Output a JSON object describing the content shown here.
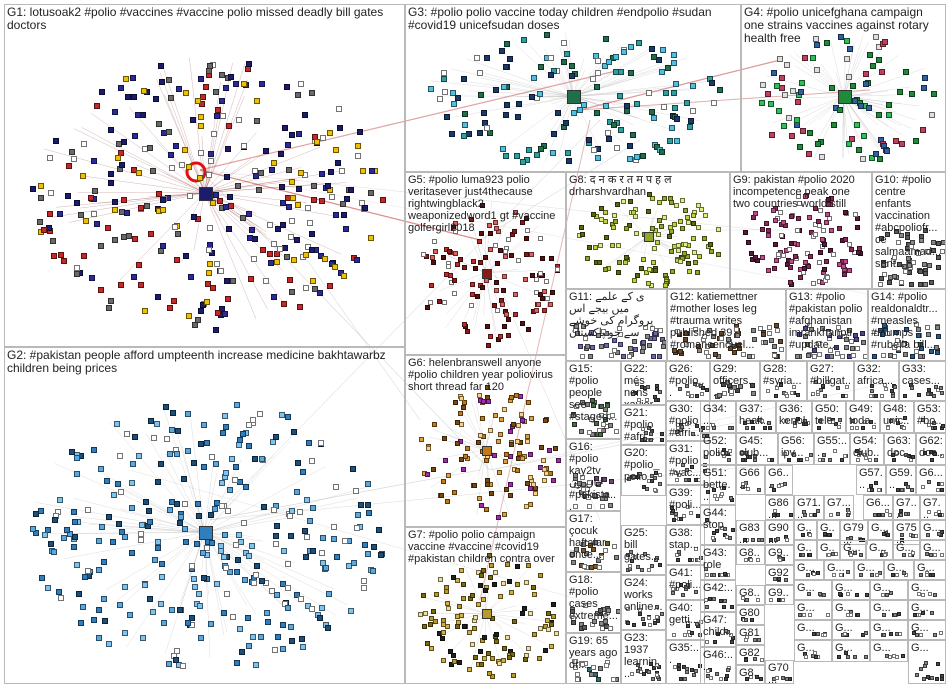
{
  "graph": {
    "groups": [
      {
        "id": "G1",
        "label": "G1: lotusoak2 #polio #vaccines #vaccine polio missed deadly bill gates doctors",
        "color": "#1c1c6e"
      },
      {
        "id": "G2",
        "label": "G2: #pakistan people afford umpteenth increase medicine bakhtawarbz children being prices",
        "color": "#2f7fbf"
      },
      {
        "id": "G3",
        "label": "G3: #polio polio vaccine today children #endpolio #sudan #covid19 unicefsudan doses",
        "color": "#1f6f4a"
      },
      {
        "id": "G4",
        "label": "G4: #polio unicefghana campaign one strains vaccines against rotary health free",
        "color": "#1f8a3a"
      },
      {
        "id": "G5",
        "label": "G5: #polio luma923 polio veritasever just4thecause rightwingblack2 weaponizedword1 gt #vaccine golfergirl2018",
        "color": "#8a1a1a"
      },
      {
        "id": "G6",
        "label": "G6: helenbranswell anyone #polio children year poliovirus short thread far 120",
        "color": "#c07a1a"
      },
      {
        "id": "G7",
        "label": "G7: #polio polio campaign vaccine #vaccine #covid19 #pakistan children contra over",
        "color": "#b89a2a"
      },
      {
        "id": "G8",
        "label": "G8: द न क र त म प ह ल drharshvardhan",
        "color": "#8fa82a"
      },
      {
        "id": "G9",
        "label": "G9: pakistan #polio 2020 incompetence peak one two countries world still",
        "color": "#8a2a5a"
      },
      {
        "id": "G10",
        "label": "G10: #polio centre enfants vaccination #abcpoliofr... ce salmaamad... sont...",
        "color": "#5a5a5a"
      },
      {
        "id": "G11",
        "label": "G11: ی کے علمے میں بیجے اس پروگرام کی خوشے سے جو پاکستان",
        "color": "#6a6aa8"
      },
      {
        "id": "G12",
        "label": "G12: katiemettner #mother loses leg #trauma writes published 39 #romancenovel...",
        "color": "#6a4a2a"
      },
      {
        "id": "G13",
        "label": "G13: #polio #pakistan polio #afghanistan imrankhanpti #update...",
        "color": "#4a4a8a"
      },
      {
        "id": "G14",
        "label": "G14: #polio realdonaldtr... #measles #mumps #rubella bill...",
        "color": "#2a5a8a"
      },
      {
        "id": "G15",
        "label": "G15: #polio people see #staged...",
        "color": "#4a6a4a"
      },
      {
        "id": "G16",
        "label": "G16: #polio kay2tv خان زن #pakista...",
        "color": "#6a4a6a"
      },
      {
        "id": "G17",
        "label": "G17: çocuk haftalar önce...",
        "color": "#7a5a2a"
      },
      {
        "id": "G18",
        "label": "G18: #polio cases extreme...",
        "color": "#5a5a5a"
      },
      {
        "id": "G19",
        "label": "G19: 65 years ago dr...",
        "color": "#3a6a6a"
      },
      {
        "id": "G20",
        "label": "G20: #polio_ polio",
        "color": "#4a4a4a"
      },
      {
        "id": "G21",
        "label": "G21: #polio #afri...",
        "color": "#4a4a4a"
      },
      {
        "id": "G22",
        "label": "G22: més nens xavier...",
        "color": "#4a4a4a"
      },
      {
        "id": "G23",
        "label": "G23: 1937 learnin...",
        "color": "#4a4a4a"
      },
      {
        "id": "G24",
        "label": "G24: works online...",
        "color": "#4a4a4a"
      },
      {
        "id": "G25",
        "label": "G25: bill gates...",
        "color": "#4a4a4a"
      },
      {
        "id": "G26",
        "label": "G26: #polio...",
        "color": "#4a4a4a"
      },
      {
        "id": "G27",
        "label": "G27: #billgat...",
        "color": "#4a4a4a"
      },
      {
        "id": "G28",
        "label": "G28: #syria...",
        "color": "#4a4a4a"
      },
      {
        "id": "G29",
        "label": "G29: officers...",
        "color": "#4a4a4a"
      },
      {
        "id": "G30",
        "label": "G30: #polio #afri...",
        "color": "#4a4a4a"
      },
      {
        "id": "G31",
        "label": "G31: #polio #vac...",
        "color": "#4a4a4a"
      },
      {
        "id": "G32",
        "label": "G32: africa...",
        "color": "#4a4a4a"
      },
      {
        "id": "G33",
        "label": "G33: cases...",
        "color": "#4a4a4a"
      },
      {
        "id": "G34",
        "label": "G34: ...",
        "color": "#4a4a4a"
      },
      {
        "id": "G35",
        "label": "G35:...",
        "color": "#4a4a4a"
      },
      {
        "id": "G36",
        "label": "G36: kenol...",
        "color": "#4a4a4a"
      },
      {
        "id": "G37",
        "label": "G37: healt...",
        "color": "#4a4a4a"
      },
      {
        "id": "G38",
        "label": "G38: stap...",
        "color": "#4a4a4a"
      },
      {
        "id": "G39",
        "label": "G39: #poli...",
        "color": "#4a4a4a"
      },
      {
        "id": "G40",
        "label": "G40: getti...",
        "color": "#4a4a4a"
      },
      {
        "id": "G41",
        "label": "G41: #poli...",
        "color": "#4a4a4a"
      },
      {
        "id": "G42",
        "label": "G42:...",
        "color": "#4a4a4a"
      },
      {
        "id": "G43",
        "label": "G43: role",
        "color": "#4a4a4a"
      },
      {
        "id": "G44",
        "label": "G44: stop",
        "color": "#4a4a4a"
      },
      {
        "id": "G45",
        "label": "G45: club...",
        "color": "#4a4a4a"
      },
      {
        "id": "G46",
        "label": "G46:...",
        "color": "#4a4a4a"
      },
      {
        "id": "G47",
        "label": "G47: child...",
        "color": "#4a4a4a"
      },
      {
        "id": "G48",
        "label": "G48: unic...",
        "color": "#4a4a4a"
      },
      {
        "id": "G49",
        "label": "G49: toda...",
        "color": "#4a4a4a"
      },
      {
        "id": "G50",
        "label": "G50: tele...",
        "color": "#4a4a4a"
      },
      {
        "id": "G51",
        "label": "G51: bette...",
        "color": "#4a4a4a"
      },
      {
        "id": "G52",
        "label": "G52: polio...",
        "color": "#4a4a4a"
      },
      {
        "id": "G53",
        "label": "G53: #bo...",
        "color": "#4a4a4a"
      },
      {
        "id": "G54",
        "label": "G54: club...",
        "color": "#4a4a4a"
      },
      {
        "id": "G55",
        "label": "G55:...",
        "color": "#4a4a4a"
      },
      {
        "id": "G56",
        "label": "G56: ipv...",
        "color": "#4a4a4a"
      },
      {
        "id": "G57",
        "label": "G57...",
        "color": "#4a4a4a"
      },
      {
        "id": "G59",
        "label": "G59...",
        "color": "#4a4a4a"
      },
      {
        "id": "G62",
        "label": "G62: doc...",
        "color": "#4a4a4a"
      },
      {
        "id": "G63",
        "label": "G63: doc...",
        "color": "#4a4a4a"
      },
      {
        "id": "G66",
        "label": "G66...",
        "color": "#4a4a4a"
      },
      {
        "id": "G6x",
        "label": "G6...",
        "color": "#4a4a4a"
      },
      {
        "id": "G6y",
        "label": "G6...",
        "color": "#4a4a4a"
      },
      {
        "id": "G7x",
        "label": "G7...",
        "color": "#4a4a4a"
      },
      {
        "id": "G70",
        "label": "G70...",
        "color": "#4a4a4a"
      },
      {
        "id": "G71",
        "label": "G71...",
        "color": "#4a4a4a"
      },
      {
        "id": "G75",
        "label": "G75...",
        "color": "#4a4a4a"
      },
      {
        "id": "G79",
        "label": "G79...",
        "color": "#4a4a4a"
      },
      {
        "id": "G80",
        "label": "G80...",
        "color": "#4a4a4a"
      },
      {
        "id": "G81",
        "label": "G81...",
        "color": "#4a4a4a"
      },
      {
        "id": "G82",
        "label": "G82...",
        "color": "#4a4a4a"
      },
      {
        "id": "G83",
        "label": "G83...",
        "color": "#4a4a4a"
      },
      {
        "id": "G86",
        "label": "G86...",
        "color": "#4a4a4a"
      },
      {
        "id": "G90",
        "label": "G90...",
        "color": "#4a4a4a"
      },
      {
        "id": "G92",
        "label": "G92...",
        "color": "#4a4a4a"
      },
      {
        "id": "G8x",
        "label": "G8...",
        "color": "#4a4a4a"
      },
      {
        "id": "G9x",
        "label": "G9...",
        "color": "#4a4a4a"
      },
      {
        "id": "G6z",
        "label": "G6...",
        "color": "#4a4a4a"
      },
      {
        "id": "G7y",
        "label": "G7...",
        "color": "#4a4a4a"
      },
      {
        "id": "G7z",
        "label": "G7...",
        "color": "#4a4a4a"
      },
      {
        "id": "G8y",
        "label": "G8...",
        "color": "#4a4a4a"
      },
      {
        "id": "G8z",
        "label": "G8...",
        "color": "#4a4a4a"
      },
      {
        "id": "G9y",
        "label": "G9...",
        "color": "#4a4a4a"
      },
      {
        "id": "Ga1",
        "label": "G...",
        "color": "#4a4a4a"
      },
      {
        "id": "Ga2",
        "label": "G...",
        "color": "#4a4a4a"
      },
      {
        "id": "Ga3",
        "label": "G...",
        "color": "#4a4a4a"
      },
      {
        "id": "Ga4",
        "label": "G...",
        "color": "#4a4a4a"
      },
      {
        "id": "Ga5",
        "label": "G...",
        "color": "#4a4a4a"
      },
      {
        "id": "Ga6",
        "label": "G...",
        "color": "#4a4a4a"
      },
      {
        "id": "Ga7",
        "label": "G...",
        "color": "#4a4a4a"
      },
      {
        "id": "Ga8",
        "label": "G...",
        "color": "#4a4a4a"
      },
      {
        "id": "Ga9",
        "label": "G...",
        "color": "#4a4a4a"
      },
      {
        "id": "Gb1",
        "label": "G...",
        "color": "#4a4a4a"
      },
      {
        "id": "Gb2",
        "label": "G...",
        "color": "#4a4a4a"
      },
      {
        "id": "Gb3",
        "label": "G...",
        "color": "#4a4a4a"
      },
      {
        "id": "Gb4",
        "label": "G...",
        "color": "#4a4a4a"
      },
      {
        "id": "Gb5",
        "label": "G...",
        "color": "#4a4a4a"
      },
      {
        "id": "Gb6",
        "label": "G...",
        "color": "#4a4a4a"
      },
      {
        "id": "Gb7",
        "label": "G...",
        "color": "#4a4a4a"
      },
      {
        "id": "Gb8",
        "label": "G...",
        "color": "#4a4a4a"
      },
      {
        "id": "Gb9",
        "label": "G...",
        "color": "#4a4a4a"
      },
      {
        "id": "Gc1",
        "label": "G...",
        "color": "#4a4a4a"
      },
      {
        "id": "Gc2",
        "label": "G...",
        "color": "#4a4a4a"
      },
      {
        "id": "Gc3",
        "label": "G...",
        "color": "#4a4a4a"
      },
      {
        "id": "Gc4",
        "label": "G...",
        "color": "#4a4a4a"
      },
      {
        "id": "Gc5",
        "label": "G...",
        "color": "#4a4a4a"
      },
      {
        "id": "Gc6",
        "label": "G...",
        "color": "#4a4a4a"
      },
      {
        "id": "Gc7",
        "label": "G...",
        "color": "#4a4a4a"
      },
      {
        "id": "Gc8",
        "label": "G...",
        "color": "#4a4a4a"
      },
      {
        "id": "Gc9",
        "label": "G...",
        "color": "#4a4a4a"
      },
      {
        "id": "Gd1",
        "label": "G...",
        "color": "#4a4a4a"
      },
      {
        "id": "Gd2",
        "label": "G...",
        "color": "#4a4a4a"
      },
      {
        "id": "Gd3",
        "label": "G...",
        "color": "#4a4a4a"
      },
      {
        "id": "Gd4",
        "label": "G...",
        "color": "#4a4a4a"
      }
    ]
  }
}
